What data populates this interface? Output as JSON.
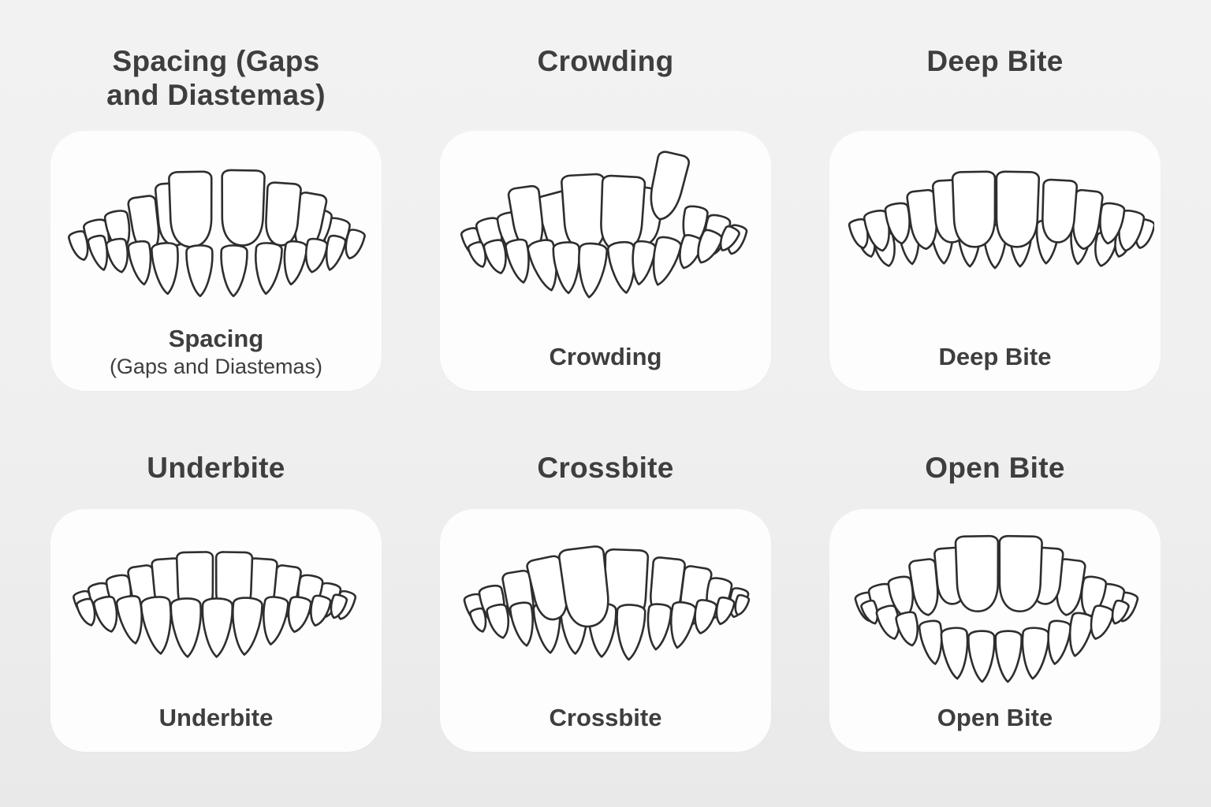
{
  "page": {
    "background_color": "#efefef",
    "card_color": "#fdfdfd",
    "text_color": "#3e3e3e",
    "line_color": "#2e2e2e"
  },
  "sections": [
    {
      "heading": "Spacing (Gaps and Diastemas)",
      "caption": "Spacing",
      "caption_sub": "(Gaps and Diastemas)",
      "illustration": "spacing-teeth"
    },
    {
      "heading": "Crowding",
      "caption": "Crowding",
      "caption_sub": "",
      "illustration": "crowding-teeth"
    },
    {
      "heading": "Deep Bite",
      "caption": "Deep Bite",
      "caption_sub": "",
      "illustration": "deep-bite-teeth"
    },
    {
      "heading": "Underbite",
      "caption": "Underbite",
      "caption_sub": "",
      "illustration": "underbite-teeth"
    },
    {
      "heading": "Crossbite",
      "caption": "Crossbite",
      "caption_sub": "",
      "illustration": "crossbite-teeth"
    },
    {
      "heading": "Open Bite",
      "caption": "Open Bite",
      "caption_sub": "",
      "illustration": "open-bite-teeth"
    }
  ]
}
